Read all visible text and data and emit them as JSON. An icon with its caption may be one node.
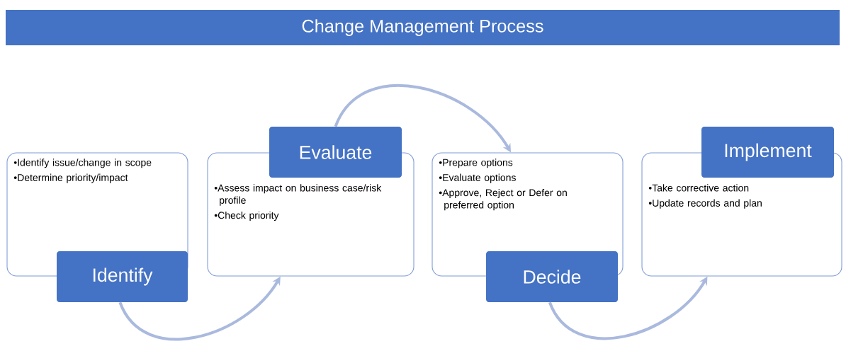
{
  "diagram": {
    "title": "Change Management Process",
    "nodes": [
      {
        "text": [
          "•Identify issue/change in scope",
          "•Determine priority/impact"
        ]
      },
      {
        "text": [
          "Identify"
        ]
      },
      {
        "text": [
          "•Assess impact on business case/risk profile",
          "•Check priority"
        ]
      },
      {
        "text": [
          "Evaluate"
        ]
      },
      {
        "text": [
          "•Prepare options",
          "•Evaluate options",
          "•Approve, Reject or Defer on preferred option"
        ]
      },
      {
        "text": [
          "Decide"
        ]
      },
      {
        "text": [
          "•Take corrective action",
          "•Update records and plan"
        ]
      },
      {
        "text": [
          "Implement"
        ]
      }
    ],
    "edges": [
      {
        "from": 1,
        "to": 2,
        "arrow": "to"
      },
      {
        "from": 3,
        "to": 4,
        "arrow": "to"
      },
      {
        "from": 5,
        "to": 6,
        "arrow": "to"
      }
    ]
  }
}
